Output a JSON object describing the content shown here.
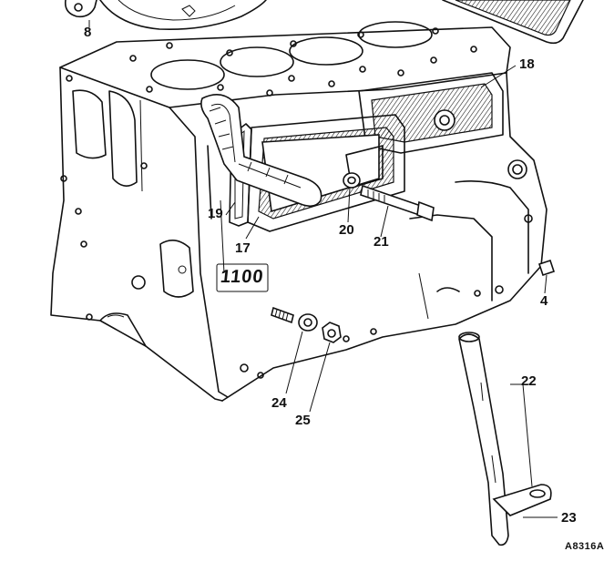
{
  "callouts": [
    {
      "id": "8",
      "label": "8"
    },
    {
      "id": "18",
      "label": "18"
    },
    {
      "id": "19",
      "label": "19"
    },
    {
      "id": "17",
      "label": "17"
    },
    {
      "id": "20",
      "label": "20"
    },
    {
      "id": "21",
      "label": "21"
    },
    {
      "id": "4",
      "label": "4"
    },
    {
      "id": "22",
      "label": "22"
    },
    {
      "id": "24",
      "label": "24"
    },
    {
      "id": "25",
      "label": "25"
    },
    {
      "id": "23",
      "label": "23"
    }
  ],
  "casting_mark": "1100",
  "figure_ref": "A8316A"
}
